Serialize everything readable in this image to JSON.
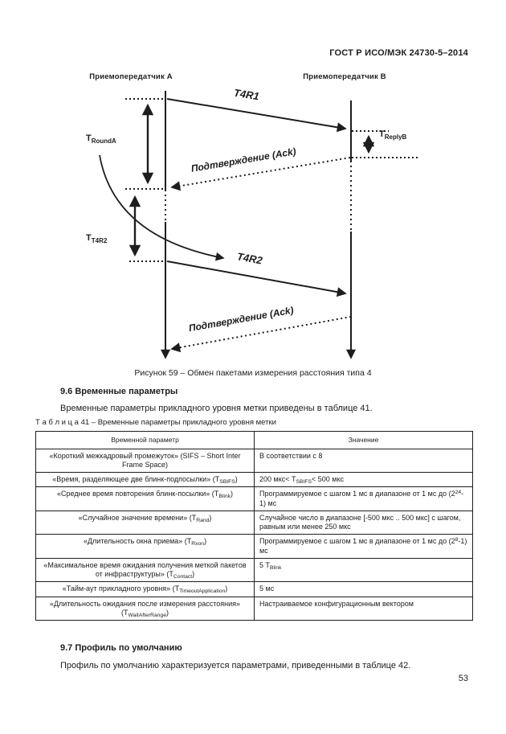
{
  "page": {
    "header": "ГОСТ Р ИСО/МЭК 24730-5–2014",
    "page_number": "53",
    "colors": {
      "ink": "#1d1d1d",
      "background": "#ffffff"
    }
  },
  "figure": {
    "transceiver_a": "Приемопередатчик А",
    "transceiver_b": "Приемопередатчик В",
    "t4r1_label": "T4R1",
    "t4r2_label": "T4R2",
    "ack1_label": "Подтверждение (Ack)",
    "ack2_label": "Подтверждение (Ack)",
    "t_round_a": [
      {
        "t": "T"
      },
      {
        "sub": "RoundA"
      }
    ],
    "t_reply_b": [
      {
        "t": "T"
      },
      {
        "sub": "ReplyB"
      }
    ],
    "t_t4r2": [
      {
        "t": "T"
      },
      {
        "sub": "T4R2"
      }
    ],
    "caption": "Рисунок 59 – Обмен пакетами измерения расстояния типа 4"
  },
  "section_9_6": {
    "heading": "9.6 Временные параметры",
    "paragraph": "Временные параметры прикладного уровня метки приведены в таблице 41.",
    "table_label": "Т а б л и ц а  41 – Временные параметры прикладного уровня метки"
  },
  "table": {
    "headers": [
      "Временной параметр",
      "Значение"
    ],
    "rows": [
      {
        "param": [
          {
            "t": "«Короткий межкадровый промежуток» (SIFS – Short Inter Frame Space)"
          }
        ],
        "value": [
          {
            "t": "В соответствии с 8"
          }
        ]
      },
      {
        "param": [
          {
            "t": "«Время, разделяющее две блинк-подпосылки» (T"
          },
          {
            "sub": "SBIFS"
          },
          {
            "t": ")"
          }
        ],
        "value": [
          {
            "t": "200 мкс< T"
          },
          {
            "sub": "SBIFS"
          },
          {
            "t": "< 500 мкс"
          }
        ]
      },
      {
        "param": [
          {
            "t": "«Среднее время повторения блинк-посылки» (T"
          },
          {
            "sub": "Blink"
          },
          {
            "t": ")"
          }
        ],
        "value": [
          {
            "t": "Программируемое с шагом 1 мс в диапазоне от 1 мс до (2"
          },
          {
            "sup": "24"
          },
          {
            "t": "-1) мс"
          }
        ]
      },
      {
        "param": [
          {
            "t": "«Случайное значение времени» (T"
          },
          {
            "sub": "Rand"
          },
          {
            "t": ")"
          }
        ],
        "value": [
          {
            "t": "Случайное число в диапазоне [-500 мкс .. 500 мкс] с шагом, равным или менее 250 мкс"
          }
        ]
      },
      {
        "param": [
          {
            "t": "«Длительность окна приема» (T"
          },
          {
            "sub": "Rxon"
          },
          {
            "t": ")"
          }
        ],
        "value": [
          {
            "t": "Программируемое с шагом 1 мс в диапазоне от 1 мс до (2"
          },
          {
            "sup": "8"
          },
          {
            "t": "-1) мс"
          }
        ]
      },
      {
        "param": [
          {
            "t": "«Максимальное время ожидания получения меткой пакетов от инфраструктуры» (T"
          },
          {
            "sub": "Contact"
          },
          {
            "t": ")"
          }
        ],
        "value": [
          {
            "t": "5 T"
          },
          {
            "sub": "Blink"
          }
        ]
      },
      {
        "param": [
          {
            "t": "«Тайм-аут прикладного уровня» (T"
          },
          {
            "sub": "TimeoutApplication"
          },
          {
            "t": ")"
          }
        ],
        "value": [
          {
            "t": "5 мс"
          }
        ]
      },
      {
        "param": [
          {
            "t": "«Длительность ожидания после измерения расстояния» (T"
          },
          {
            "sub": "WaitAfterRange"
          },
          {
            "t": ")"
          }
        ],
        "value": [
          {
            "t": "Настраиваемое конфигурационным вектором"
          }
        ]
      }
    ]
  },
  "section_9_7": {
    "heading": "9.7 Профиль по умолчанию",
    "paragraph": "Профиль по умолчанию характеризуется параметрами, приведенными в таблице 42."
  }
}
